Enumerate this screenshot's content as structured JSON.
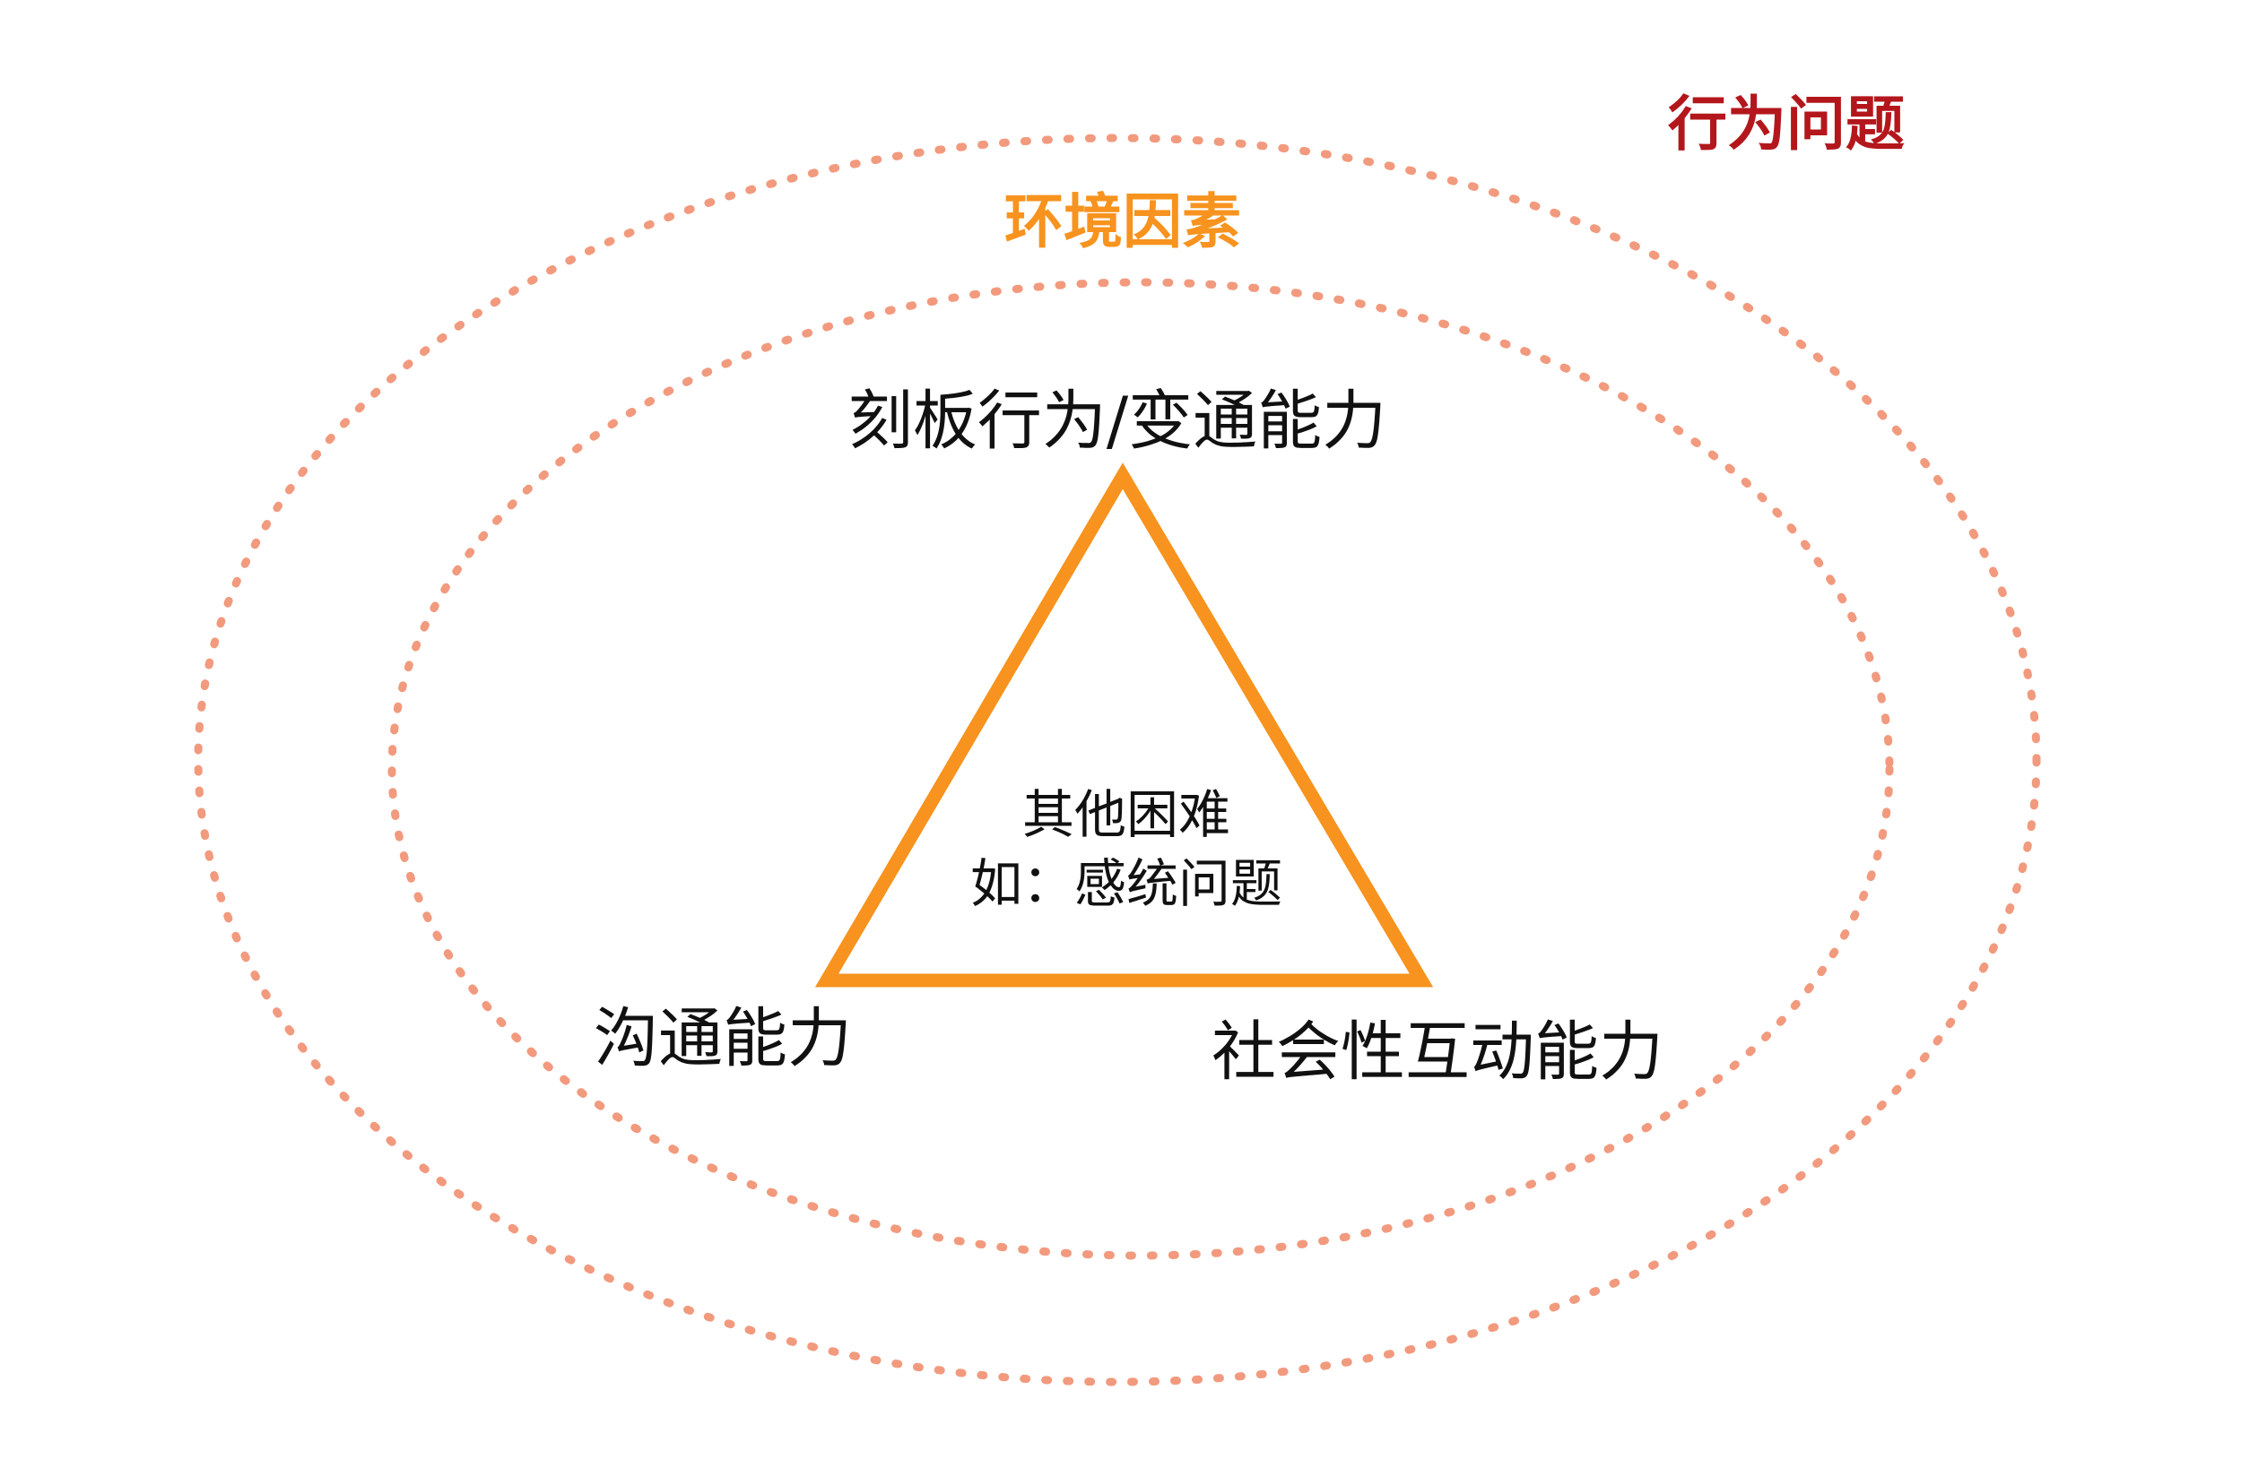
{
  "labels": {
    "outer": "行为问题",
    "inner": "环境因素",
    "top": "刻板行为/变通能力",
    "left": "沟通能力",
    "right": "社会性互动能力",
    "center_line1": "其他困难",
    "center_line2": "如：感统问题"
  },
  "colors": {
    "ellipse": "#f29a7e",
    "triangle": "#f7931e",
    "outer_label": "#b3171c",
    "inner_label": "#f7931e",
    "text": "#111111"
  }
}
